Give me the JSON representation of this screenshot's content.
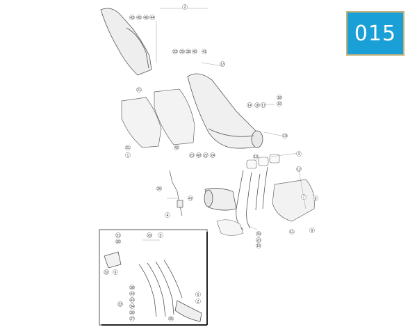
{
  "badge": {
    "code": "015",
    "bg_color": "#1aa0d6",
    "border_color": "#c8b27a"
  },
  "callouts": [
    "2",
    "43",
    "45",
    "46",
    "44",
    "23",
    "25",
    "38",
    "40",
    "41",
    "13",
    "21",
    "18",
    "16",
    "14",
    "16",
    "17",
    "19",
    "21",
    "1",
    "42",
    "23",
    "49",
    "22",
    "24",
    "3",
    "10",
    "12",
    "7",
    "8",
    "9",
    "11",
    "26",
    "47",
    "4",
    "15",
    "39",
    "20",
    "31",
    "30",
    "29",
    "5",
    "32",
    "6",
    "38",
    "44",
    "43",
    "34",
    "33",
    "36",
    "37",
    "35",
    "6",
    "2"
  ]
}
